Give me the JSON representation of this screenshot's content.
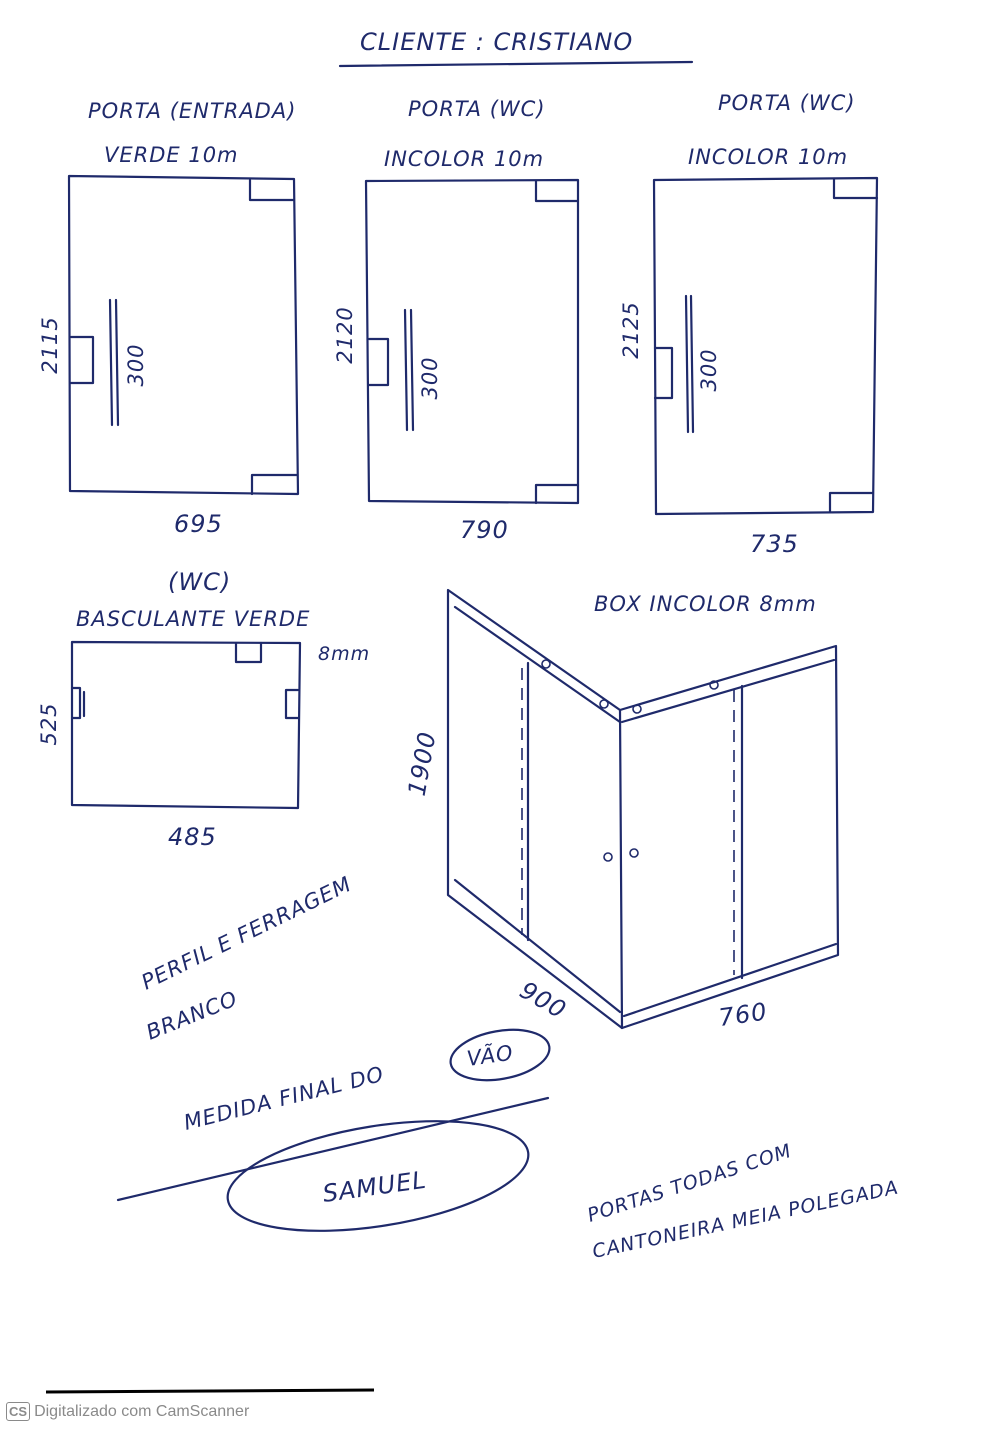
{
  "header": {
    "title": "CLIENTE : CRISTIANO"
  },
  "doors": [
    {
      "label": "PORTA (ENTRADA)",
      "glass": "VERDE 10m",
      "height": "2115",
      "handle": "300",
      "width": "695"
    },
    {
      "label": "PORTA (WC)",
      "glass": "INCOLOR 10m",
      "height": "2120",
      "handle": "300",
      "width": "790"
    },
    {
      "label": "PORTA (WC)",
      "glass": "INCOLOR 10m",
      "height": "2125",
      "handle": "300",
      "width": "735"
    }
  ],
  "window": {
    "label": "(WC)",
    "type": "BASCULANTE VERDE",
    "thickness": "8mm",
    "height": "525",
    "width": "485"
  },
  "box": {
    "title": "BOX INCOLOR 8mm",
    "height": "1900",
    "side_width": "900",
    "front_width": "760"
  },
  "notes": {
    "profile": "PERFIL E FERRAGEM",
    "profile_color": "BRANCO",
    "final_measure": "MEDIDA FINAL DO",
    "final_measure_circled": "VÃO",
    "signature": "SAMUEL",
    "corners_line1": "PORTAS TODAS COM",
    "corners_line2": "CANTONEIRA MEIA POLEGADA"
  },
  "footer": {
    "logo": "CS",
    "text": "Digitalizado com CamScanner"
  },
  "colors": {
    "ink": "#1f2a6b",
    "paper": "#ffffff",
    "footer_text": "#8a8a8a"
  }
}
